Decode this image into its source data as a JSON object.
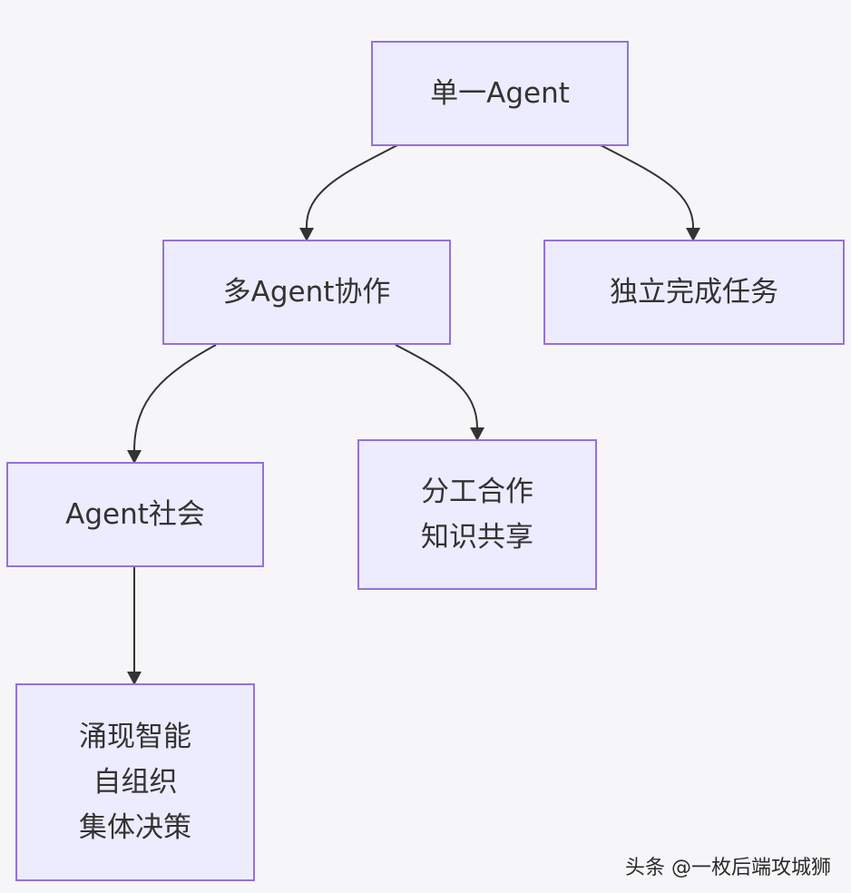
{
  "diagram": {
    "nodes": [
      {
        "id": "single",
        "lines": [
          "单一Agent"
        ]
      },
      {
        "id": "multi",
        "lines": [
          "多Agent协作"
        ]
      },
      {
        "id": "independent",
        "lines": [
          "独立完成任务"
        ]
      },
      {
        "id": "society",
        "lines": [
          "Agent社会"
        ]
      },
      {
        "id": "cooperation",
        "lines": [
          "分工合作",
          "知识共享"
        ]
      },
      {
        "id": "emergence",
        "lines": [
          "涌现智能",
          "自组织",
          "集体决策"
        ]
      }
    ],
    "edges": [
      {
        "from": "single",
        "to": "multi"
      },
      {
        "from": "single",
        "to": "independent"
      },
      {
        "from": "multi",
        "to": "society"
      },
      {
        "from": "multi",
        "to": "cooperation"
      },
      {
        "from": "society",
        "to": "emergence"
      }
    ]
  },
  "watermark": "头条 @一枚后端攻城狮",
  "colors": {
    "background": "#f6f6f9",
    "node_fill": "#ececfe",
    "node_border": "#9571d9",
    "edge": "#333333",
    "text": "#333333"
  }
}
